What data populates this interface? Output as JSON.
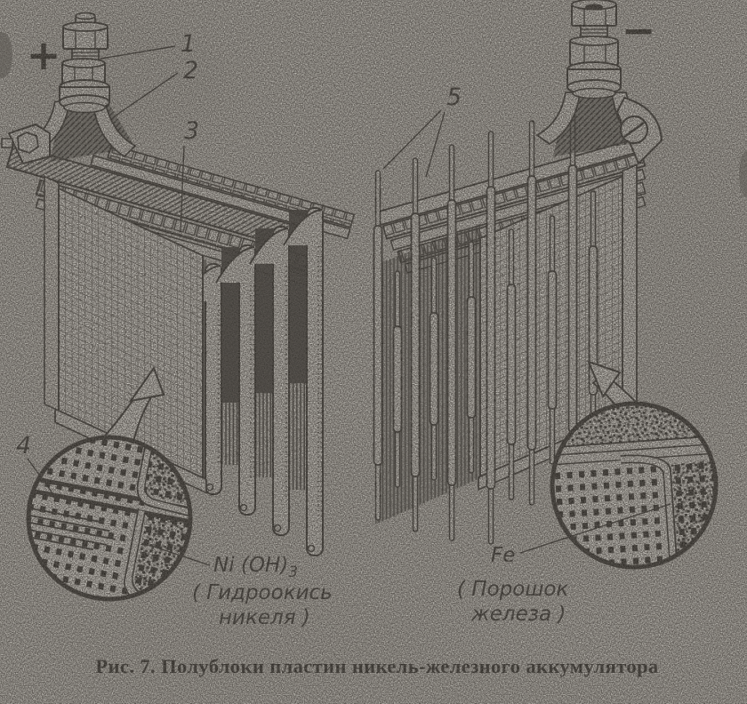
{
  "figure": {
    "caption": "Рис. 7. Полублоки пластин никель-железного аккумулятора",
    "positive_half_block": {
      "terminal_sign": "+",
      "callout_1": "1",
      "callout_2": "2",
      "callout_3": "3",
      "callout_4": "4",
      "inset": {
        "formula_base": "Ni (OH)",
        "formula_subscript": "3",
        "name_line1": "( Гидроокись",
        "name_line2": "никеля )"
      }
    },
    "negative_half_block": {
      "terminal_sign": "−",
      "callout_5": "5",
      "inset": {
        "formula_base": "Fe",
        "name_line1": "( Порошок",
        "name_line2": "железа )"
      }
    }
  },
  "colors": {
    "paper": "#d4d2ca",
    "ink": "#1d1b16",
    "plate_face": "#efede5"
  }
}
